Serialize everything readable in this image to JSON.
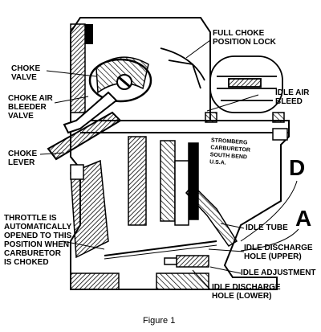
{
  "diagram": {
    "labels": {
      "full_choke_lock": "FULL CHOKE\nPOSITION LOCK",
      "choke_valve": "CHOKE\nVALVE",
      "choke_air_bleeder_valve": "CHOKE AIR\nBLEEDER\nVALVE",
      "idle_air_bleed": "IDLE AIR\nBLEED",
      "choke_lever": "CHOKE\nLEVER",
      "throttle_note": "THROTTLE IS\nAUTOMATICALLY\nOPENED TO THIS\nPOSITION WHEN\nCARBURETOR\nIS CHOKED",
      "marker_d": "D",
      "marker_a": "A",
      "idle_tube": "IDLE TUBE",
      "idle_discharge_upper": "IDLE DISCHARGE\nHOLE (UPPER)",
      "idle_adjustment": "IDLE ADJUSTMENT",
      "idle_discharge_lower": "IDLE DISCHARGE\nHOLE (LOWER)"
    },
    "stamp": "STROMBERG\nCARBURETOR\nSOUTH BEND\nU.S.A.",
    "caption": "Figure 1"
  }
}
